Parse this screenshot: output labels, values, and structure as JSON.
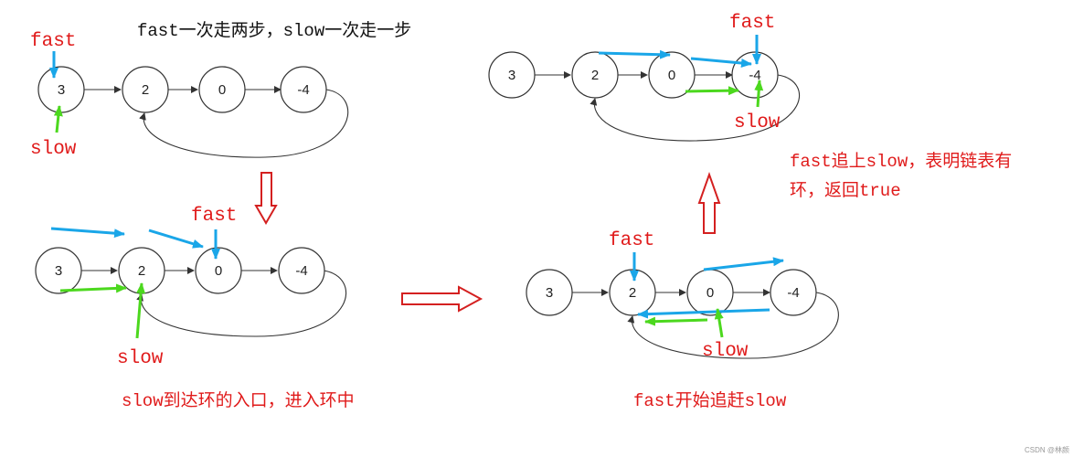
{
  "labels": {
    "fast": "fast",
    "slow": "slow"
  },
  "captions": {
    "top_left": "fast一次走两步，slow一次走一步",
    "bottom_left": "slow到达环的入口，进入环中",
    "bottom_right": "fast开始追赶slow",
    "top_right_line1": "fast追上slow，表明链表有",
    "top_right_line2": "环，返回true"
  },
  "nodes": [
    "3",
    "2",
    "0",
    "-4"
  ],
  "watermark": "CSDN @林颜",
  "colors": {
    "label_red": "#e01b1b",
    "fast_arrow": "#1aa6e8",
    "slow_arrow": "#4cd81e",
    "step_arrow": "#d42020"
  }
}
